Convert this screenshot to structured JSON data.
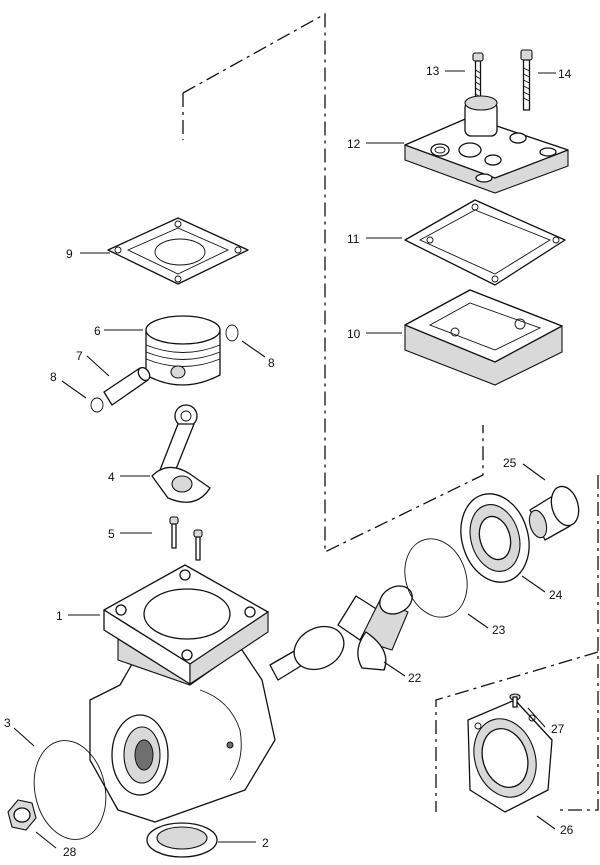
{
  "diagram": {
    "callouts": {
      "c1": "1",
      "c2": "2",
      "c3": "3",
      "c4": "4",
      "c5": "5",
      "c6": "6",
      "c7": "7",
      "c8a": "8",
      "c8b": "8",
      "c9": "9",
      "c10": "10",
      "c11": "11",
      "c12": "12",
      "c13": "13",
      "c14": "14",
      "c22": "22",
      "c23": "23",
      "c24": "24",
      "c25": "25",
      "c26": "26",
      "c27": "27",
      "c28": "28"
    }
  }
}
